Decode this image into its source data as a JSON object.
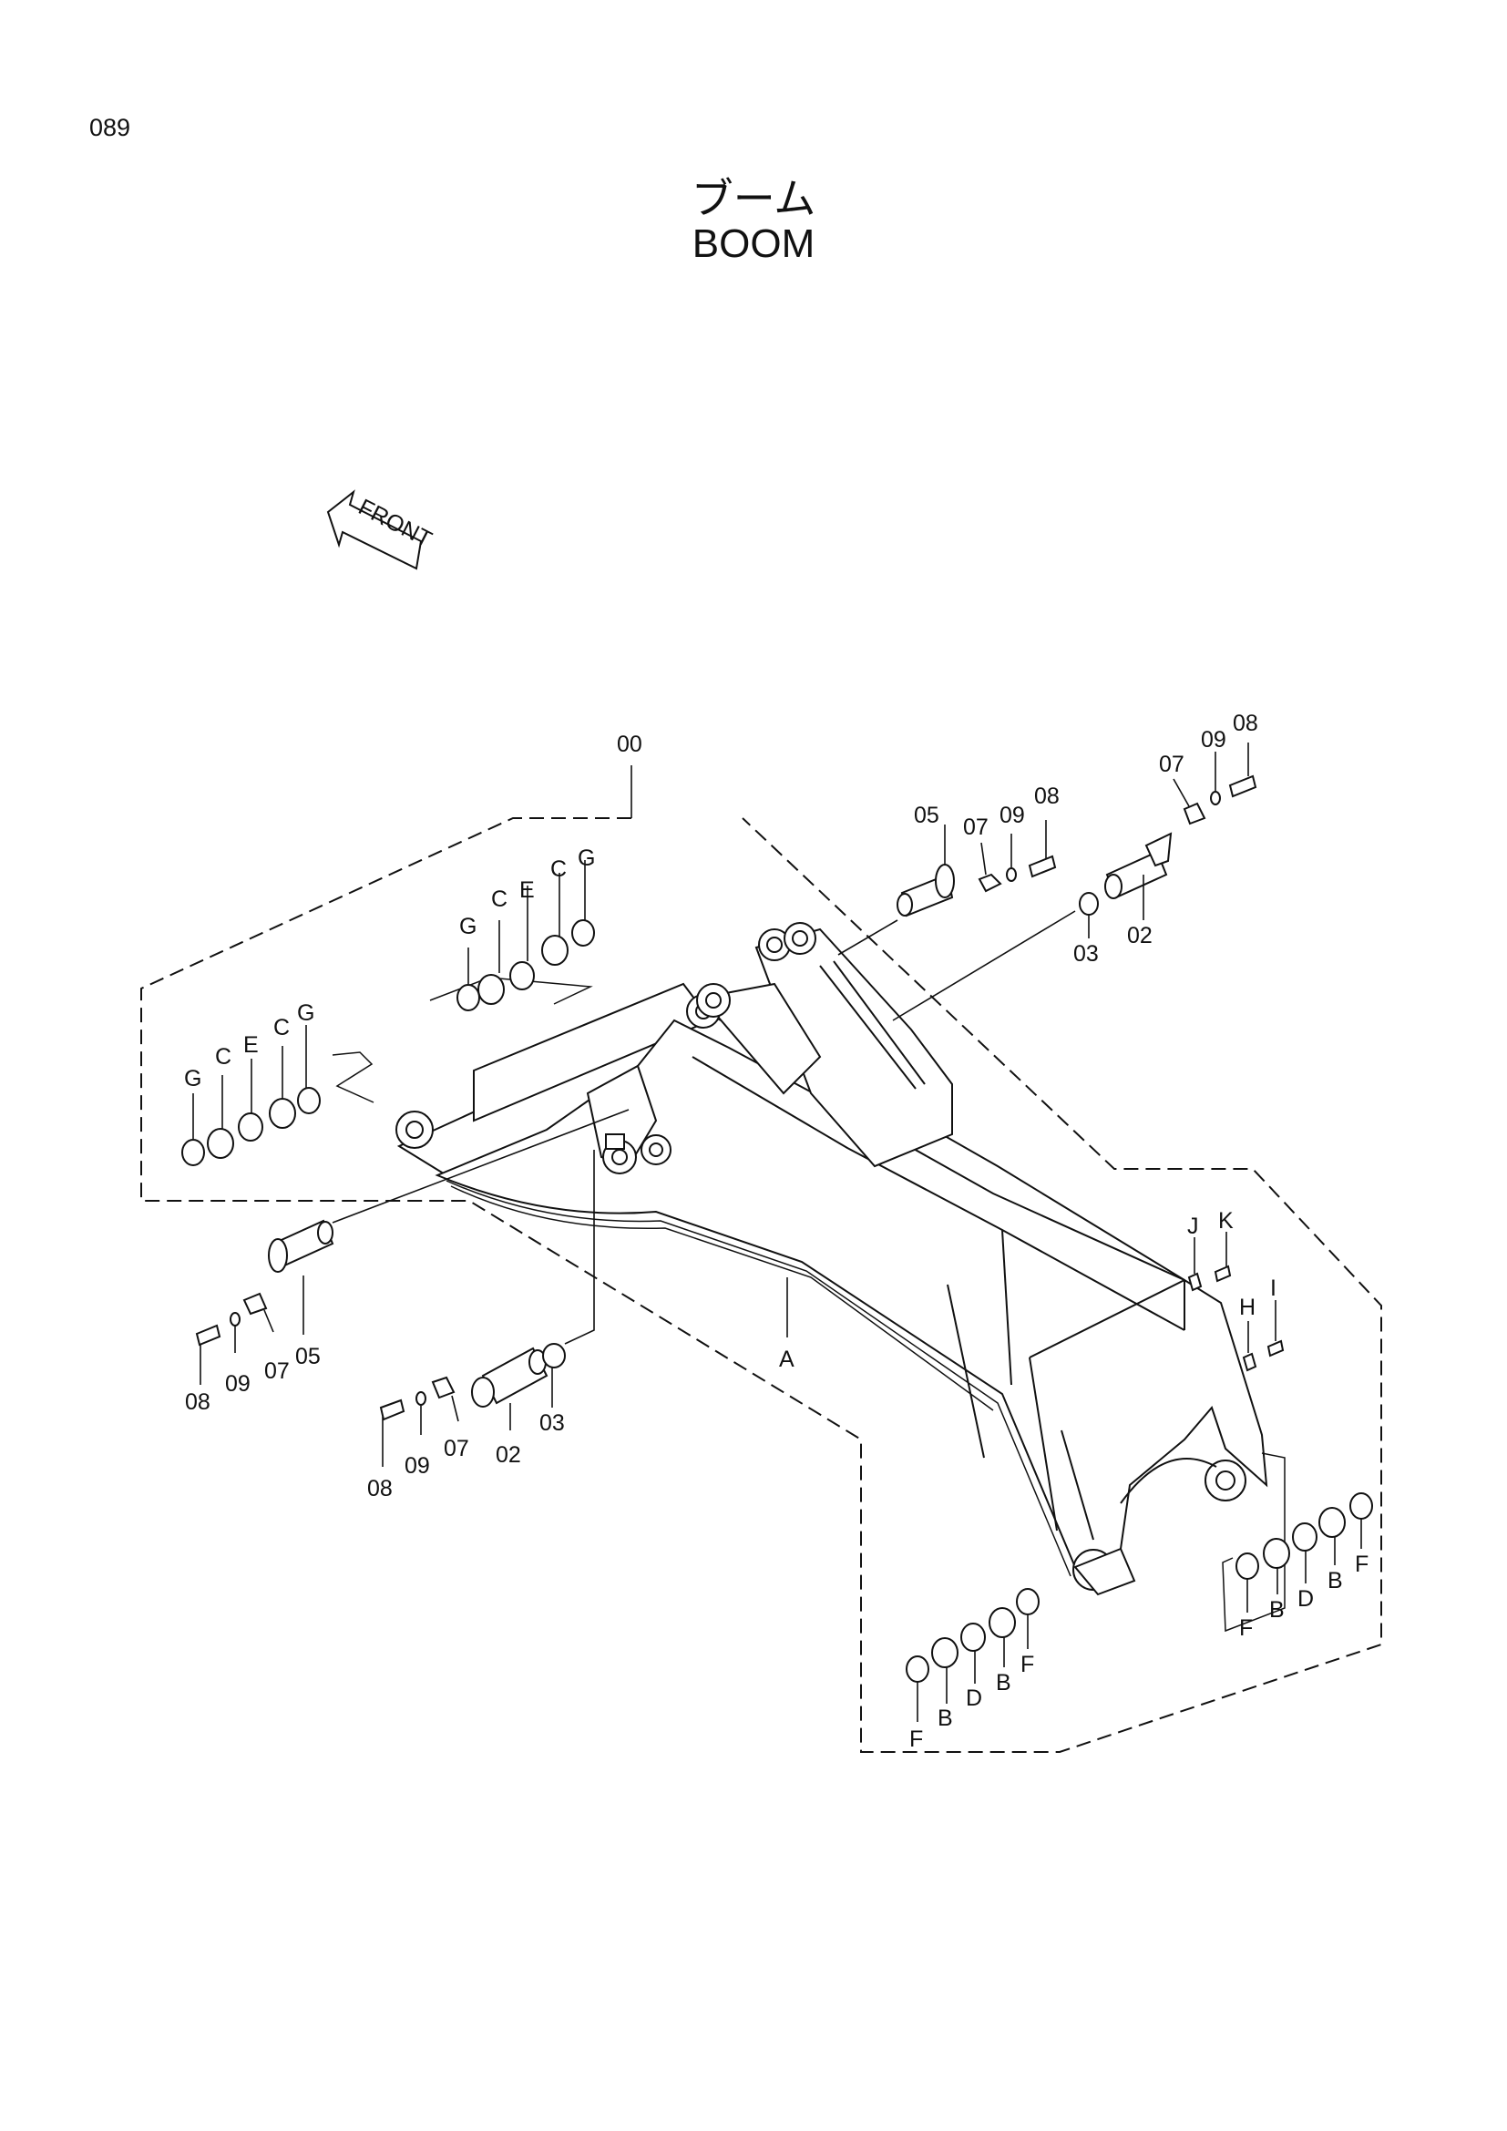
{
  "page_number": "089",
  "title_jp": "ブーム",
  "title_en": "BOOM",
  "front_arrow_label": "FRONT",
  "callouts": {
    "assembly": "00",
    "boom": "A",
    "pin_02": "02",
    "washer_03": "03",
    "pin_05": "05",
    "plate_07": "07",
    "bolt_08": "08",
    "washer_09": "09",
    "B": "B",
    "C": "C",
    "D": "D",
    "E": "E",
    "F": "F",
    "G": "G",
    "H": "H",
    "I": "I",
    "J": "J",
    "K": "K"
  }
}
